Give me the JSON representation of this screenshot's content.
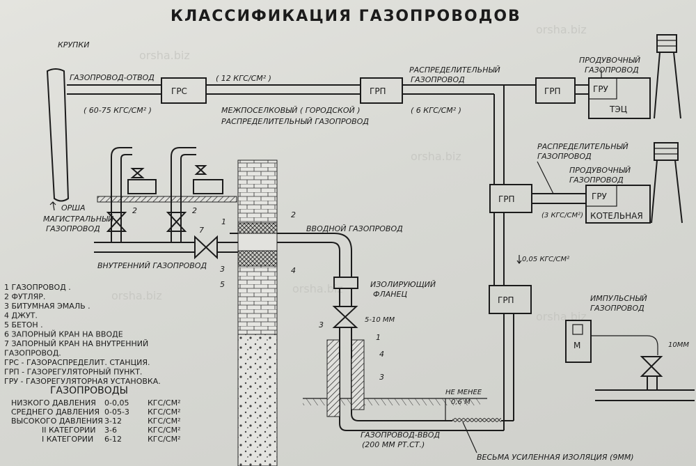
{
  "title": "КЛАССИФИКАЦИЯ ГАЗОПРОВОДОВ",
  "labels": {
    "krupki": "КРУПКИ",
    "orsha": "ОРША",
    "magistral": "МАГИСТРАЛЬНЫЙ",
    "gazoprovod": "ГАЗОПРОВОД",
    "otvod": "ГАЗОПРОВОД-ОТВОД",
    "p_60_75": "( 60-75 КГС/СМ² )",
    "p_12": "( 12 КГС/СМ² )",
    "mezhposel_1": "МЕЖПОСЕЛКОВЫЙ ( ГОРОДСКОЙ )",
    "mezhposel_2": "РАСПРЕДЕЛИТЕЛЬНЫЙ ГАЗОПРОВОД",
    "raspred_1": "РАСПРЕДЕЛИТЕЛЬНЫЙ",
    "raspred_2": "ГАЗОПРОВОД",
    "p_6": "( 6 КГС/СМ² )",
    "produv_1": "ПРОДУВОЧНЫЙ",
    "produv_2": "ГАЗОПРОВОД",
    "raspred2_1": "РАСПРЕДЕЛИТЕЛЬНЫЙ",
    "raspred2_2": "ГАЗОПРОВОД",
    "produv2_1": "ПРОДУВОЧНЫЙ",
    "produv2_2": "ГАЗОПРОВОД",
    "p_3": "(3 КГС/СМ²)",
    "p_005": "0,05 КГС/СМ²",
    "vvodnoy": "ВВОДНОЙ ГАЗОПРОВОД",
    "vnutrenniy": "ВНУТРЕННИЙ ГАЗОПРОВОД",
    "izol_1": "ИЗОЛИРУЮЩИЙ",
    "izol_2": "ФЛАНЕЦ",
    "mm_5_10": "5-10 ММ",
    "ne_menee": "НЕ МЕНЕЕ",
    "m_06": "0,6 М",
    "vvod_1": "ГАЗОПРОВОД-ВВОД",
    "vvod_2": "(200 ММ РТ.СТ.)",
    "izolyaciya": "ВЕСЬМА УСИЛЕННАЯ ИЗОЛЯЦИЯ (9ММ)",
    "impuls_1": "ИМПУЛЬСНЫЙ",
    "impuls_2": "ГАЗОПРОВОД",
    "mm_10": "10ММ",
    "motor": "М",
    "num_1": "1",
    "num_2": "2",
    "num_3": "3",
    "num_4": "4",
    "num_5": "5",
    "num_7": "7",
    "watermark": "orsha.biz"
  },
  "boxes": {
    "grs": "ГРС",
    "grp1": "ГРП",
    "grp2": "ГРП",
    "gru1": "ГРУ",
    "tec": "ТЭЦ",
    "grp3": "ГРП",
    "gru2": "ГРУ",
    "kotelnaya": "КОТЕЛЬНАЯ",
    "grp4": "ГРП"
  },
  "legend": [
    "1  ГАЗОПРОВОД .",
    "2  ФУТЛЯР.",
    "3  БИТУМНАЯ ЭМАЛЬ .",
    "4  ДЖУТ.",
    "5  БЕТОН .",
    "6  ЗАПОРНЫЙ КРАН НА ВВОДЕ",
    "7  ЗАПОРНЫЙ КРАН НА ВНУТРЕННИЙ",
    "    ГАЗОПРОВОД.",
    "ГРС - ГАЗОРАСПРЕДЕЛИТ. СТАНЦИЯ.",
    "ГРП - ГАЗОРЕГУЛЯТОРНЫЙ ПУНКТ.",
    "ГРУ - ГАЗОРЕГУЛЯТОРНАЯ УСТАНОВКА."
  ],
  "pressure_table": {
    "heading": "ГАЗОПРОВОДЫ",
    "rows": [
      {
        "name": "НИЗКОГО ДАВЛЕНИЯ",
        "range": "0-0,05",
        "unit": "КГС/СМ²"
      },
      {
        "name": "СРЕДНЕГО ДАВЛЕНИЯ",
        "range": "0-05-3",
        "unit": "КГС/СМ²"
      },
      {
        "name": "ВЫСОКОГО ДАВЛЕНИЯ",
        "range": "3-12",
        "unit": "КГС/СМ²"
      },
      {
        "name": "II КАТЕГОРИИ",
        "range": "3-6",
        "unit": "КГС/СМ²"
      },
      {
        "name": "I КАТЕГОРИИ",
        "range": "6-12",
        "unit": "КГС/СМ²"
      }
    ]
  }
}
